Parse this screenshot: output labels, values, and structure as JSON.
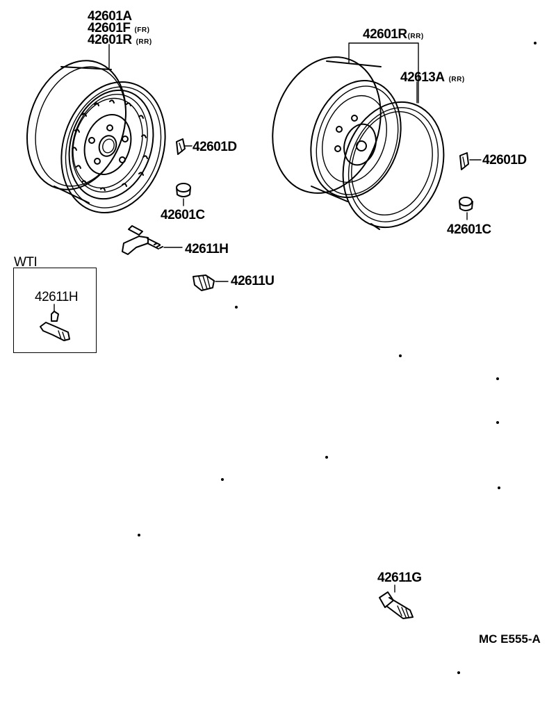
{
  "labels": {
    "wheel_front": [
      "42601A",
      "42601F",
      "42601R"
    ],
    "wheel_front_notes": [
      "(FR)",
      "(RR)"
    ],
    "wheel_rear": "42601R",
    "wheel_rear_note": "(RR)",
    "rim_ring": "42613A",
    "rim_ring_note": "(RR)",
    "weight_left": "42601D",
    "cap_left": "42601C",
    "valve_left": "42611H",
    "nut_left": "42611U",
    "weight_right": "42601D",
    "cap_right": "42601C",
    "inset_title": "WTI",
    "inset_part": "42611H",
    "hub_bolt": "42611G"
  },
  "footer": {
    "code": "MC  E555-A"
  }
}
